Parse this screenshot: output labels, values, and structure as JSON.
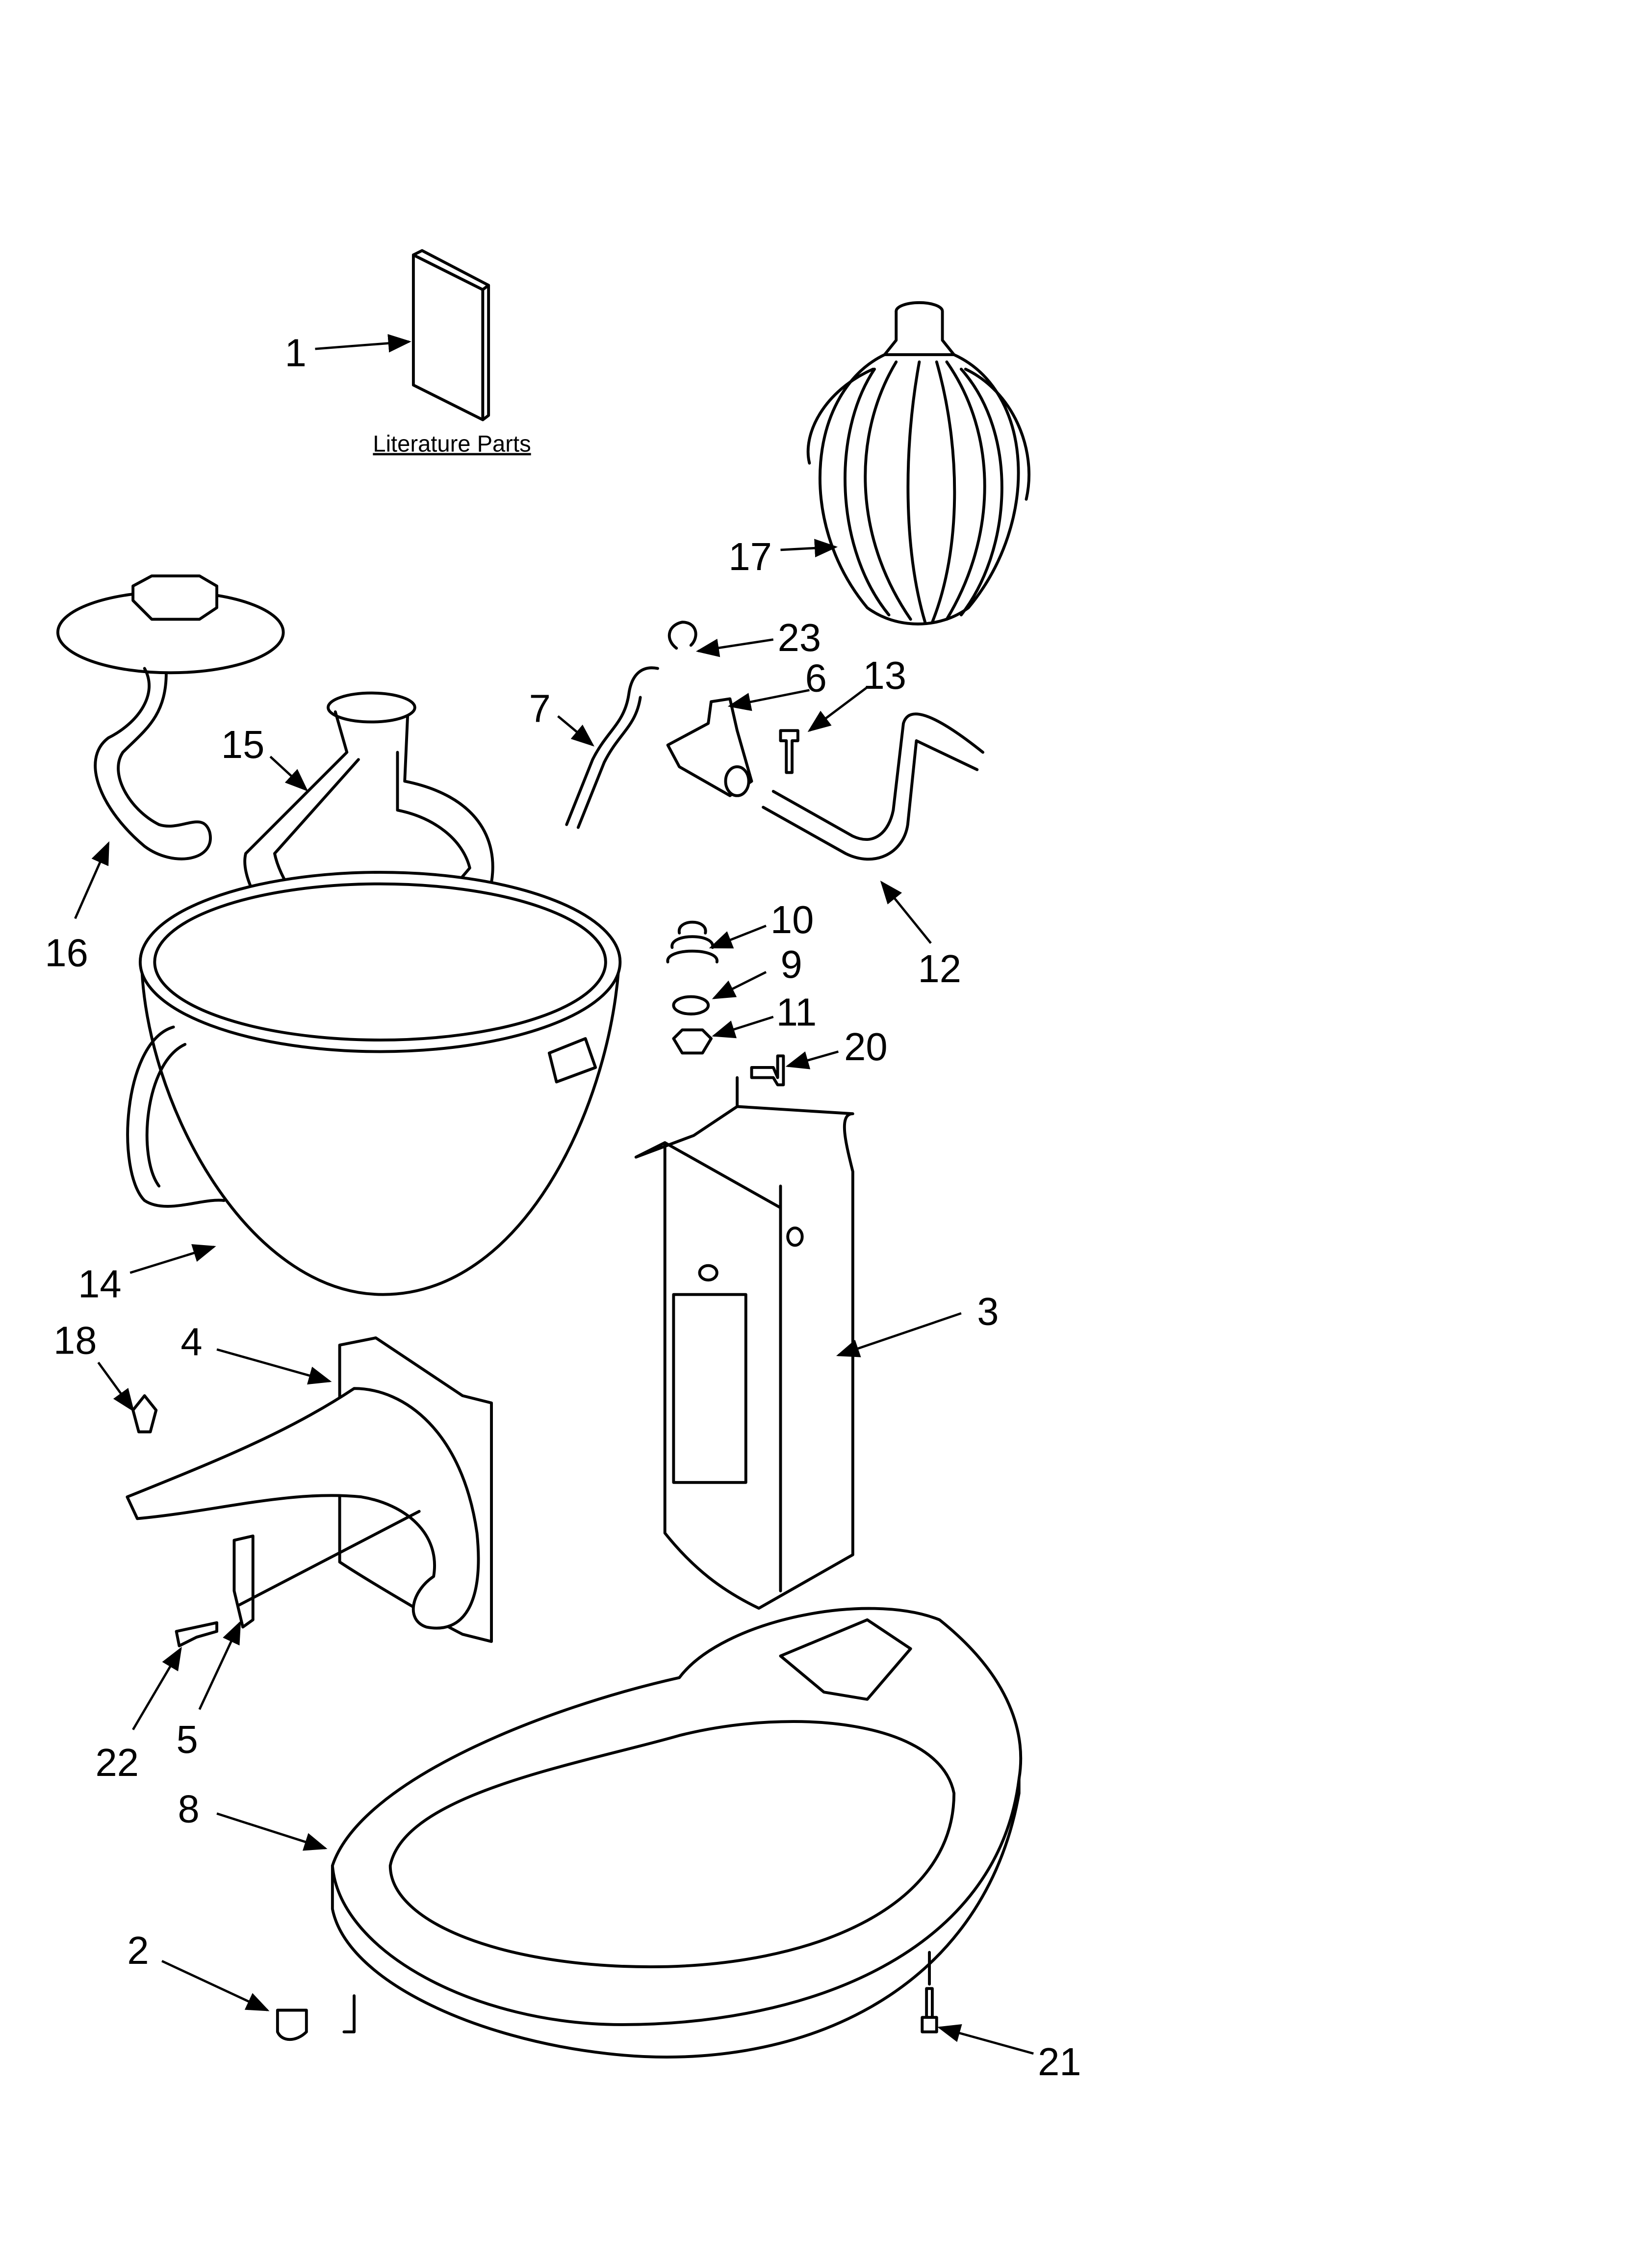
{
  "diagram": {
    "literature_label": "Literature Parts",
    "callouts": {
      "c1": "1",
      "c2": "2",
      "c3": "3",
      "c4": "4",
      "c5": "5",
      "c6": "6",
      "c7": "7",
      "c8": "8",
      "c9": "9",
      "c10": "10",
      "c11": "11",
      "c12": "12",
      "c13": "13",
      "c14": "14",
      "c15": "15",
      "c16": "16",
      "c17": "17",
      "c18": "18",
      "c20": "20",
      "c21": "21",
      "c22": "22",
      "c23": "23"
    }
  }
}
